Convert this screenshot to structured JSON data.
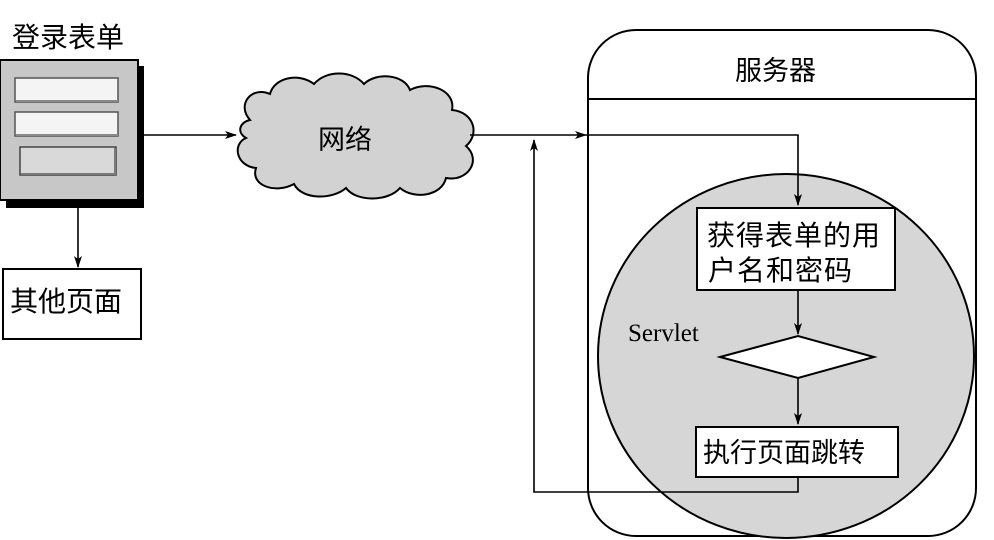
{
  "login_form": {
    "title": "登录表单"
  },
  "other_page": {
    "label": "其他页面"
  },
  "network": {
    "label": "网络"
  },
  "server": {
    "title": "服务器",
    "servlet_label": "Servlet",
    "get_credentials_line1": "获得表单的用",
    "get_credentials_line2": "户名和密码",
    "redirect_label": "执行页面跳转"
  },
  "colors": {
    "form_face": "#c7c7c7",
    "form_shadow": "#000000",
    "field_fill": "#f4f4f4",
    "cloud_fill": "#d2d2d2",
    "servlet_circle_fill": "#d6d6d6",
    "line": "#000000"
  },
  "icons": [
    "login-form-icon",
    "network-cloud-icon",
    "decision-diamond-icon"
  ]
}
